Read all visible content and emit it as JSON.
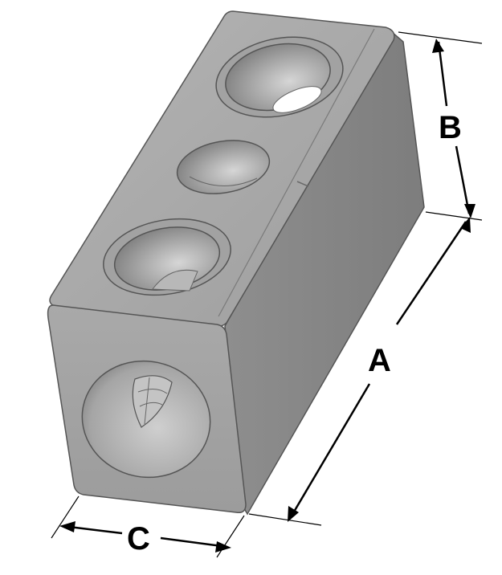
{
  "diagram": {
    "dimensions": [
      {
        "key": "A",
        "label": "A"
      },
      {
        "key": "B",
        "label": "B"
      },
      {
        "key": "C",
        "label": "C"
      }
    ]
  }
}
